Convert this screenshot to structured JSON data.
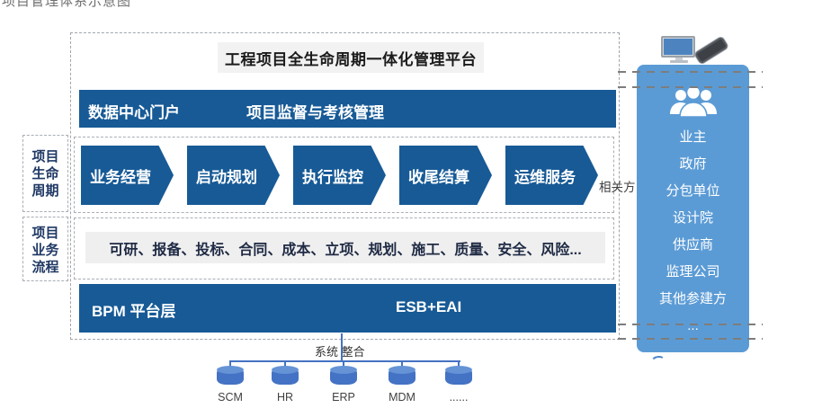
{
  "corner_note": "项目管理体系示意图",
  "platform": {
    "title": "工程项目全生命周期一体化管理平台",
    "portal_label": "数据中心门户",
    "supervision_label": "项目监督与考核管理",
    "bpm_label": "BPM  平台层",
    "esb_label": "ESB+EAI"
  },
  "lifecycle": {
    "side_label": [
      "项目",
      "生命",
      "周期"
    ],
    "stages": [
      "业务经营",
      "启动规划",
      "执行监控",
      "收尾结算",
      "运维服务"
    ]
  },
  "process": {
    "side_label": [
      "项目",
      "业务",
      "流程"
    ],
    "items_text": "可研、报备、投标、合同、成本、立项、规划、施工、质量、安全、风险..."
  },
  "stakeholders": {
    "label": "相关方",
    "members": [
      "业主",
      "政府",
      "分包单位",
      "设计院",
      "供应商",
      "监理公司",
      "其他参建方",
      "..."
    ]
  },
  "integration": {
    "label": "系统 整合",
    "systems": [
      "SCM",
      "HR",
      "ERP",
      "MDM",
      "......"
    ]
  },
  "icons": {
    "desktop": "desktop-computer-icon",
    "phone": "smartphone-icon",
    "people": "stakeholder-group-icon",
    "database": "database-cylinder-icon"
  },
  "colors": {
    "primary_dark_blue": "#175a96",
    "panel_blue": "#5b9bd5",
    "connector_blue": "#4472c4",
    "strip_gray": "#efefef",
    "title_gray": "#f2f2f2",
    "side_label_navy": "#1f3864"
  }
}
